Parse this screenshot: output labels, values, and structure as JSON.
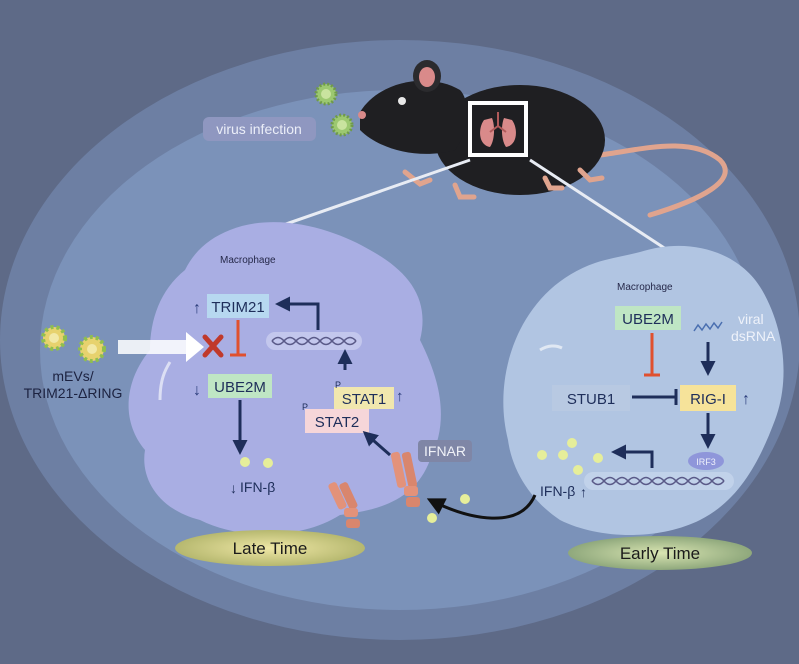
{
  "labels": {
    "virus_infection": "virus infection",
    "macrophage_left": "Macrophage",
    "macrophage_right": "Macrophage",
    "trim21": "TRIM21",
    "ube2m_left": "UBE2M",
    "stat1": "STAT1",
    "stat2": "STAT2",
    "phospho": "P",
    "ifnb_left": "IFN-β",
    "ifnar": "IFNAR",
    "mevs_line1": "mEVs/",
    "mevs_line2": "TRIM21-ΔRING",
    "late_time": "Late Time",
    "ube2m_right": "UBE2M",
    "viral": "viral",
    "dsrna": "dsRNA",
    "stub1": "STUB1",
    "rigi": "RIG-I",
    "irf3": "IRF3",
    "ifnb_right": "IFN-β",
    "early_time": "Early Time"
  },
  "arrows": {
    "up": "↑",
    "down": "↓"
  },
  "colors": {
    "background": "#5e6a87",
    "left_cell": "#a9aee3",
    "right_cell": "#b1c5e2",
    "trim21_box": "#b7d8f0",
    "ube2m_box": "#bfe6c4",
    "stat1_box": "#f1e7ae",
    "stat2_box": "#f6d6d9",
    "rigi_box": "#f6e39a",
    "irf3_oval": "#8f96da",
    "inhibit_red": "#e0502e",
    "arrow_navy": "#1e2e5a",
    "time_label": "#e8e2a8"
  }
}
